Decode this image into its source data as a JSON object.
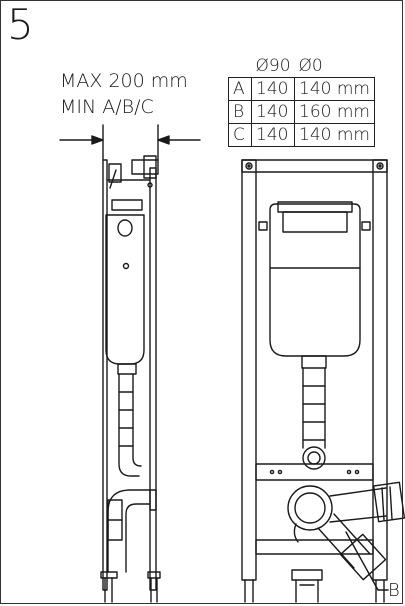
{
  "step_number": "5",
  "dimension_note": {
    "line1": "MAX 200 mm",
    "line2": "MIN A/B/C"
  },
  "spec_table": {
    "headers": [
      "",
      "Ø90",
      "Ø0"
    ],
    "rows": [
      {
        "label": "A",
        "d90": "140",
        "d110": "140 mm"
      },
      {
        "label": "B",
        "d90": "140",
        "d110": "160 mm"
      },
      {
        "label": "C",
        "d90": "140",
        "d110": "140 mm"
      }
    ]
  },
  "callout_label": "B"
}
